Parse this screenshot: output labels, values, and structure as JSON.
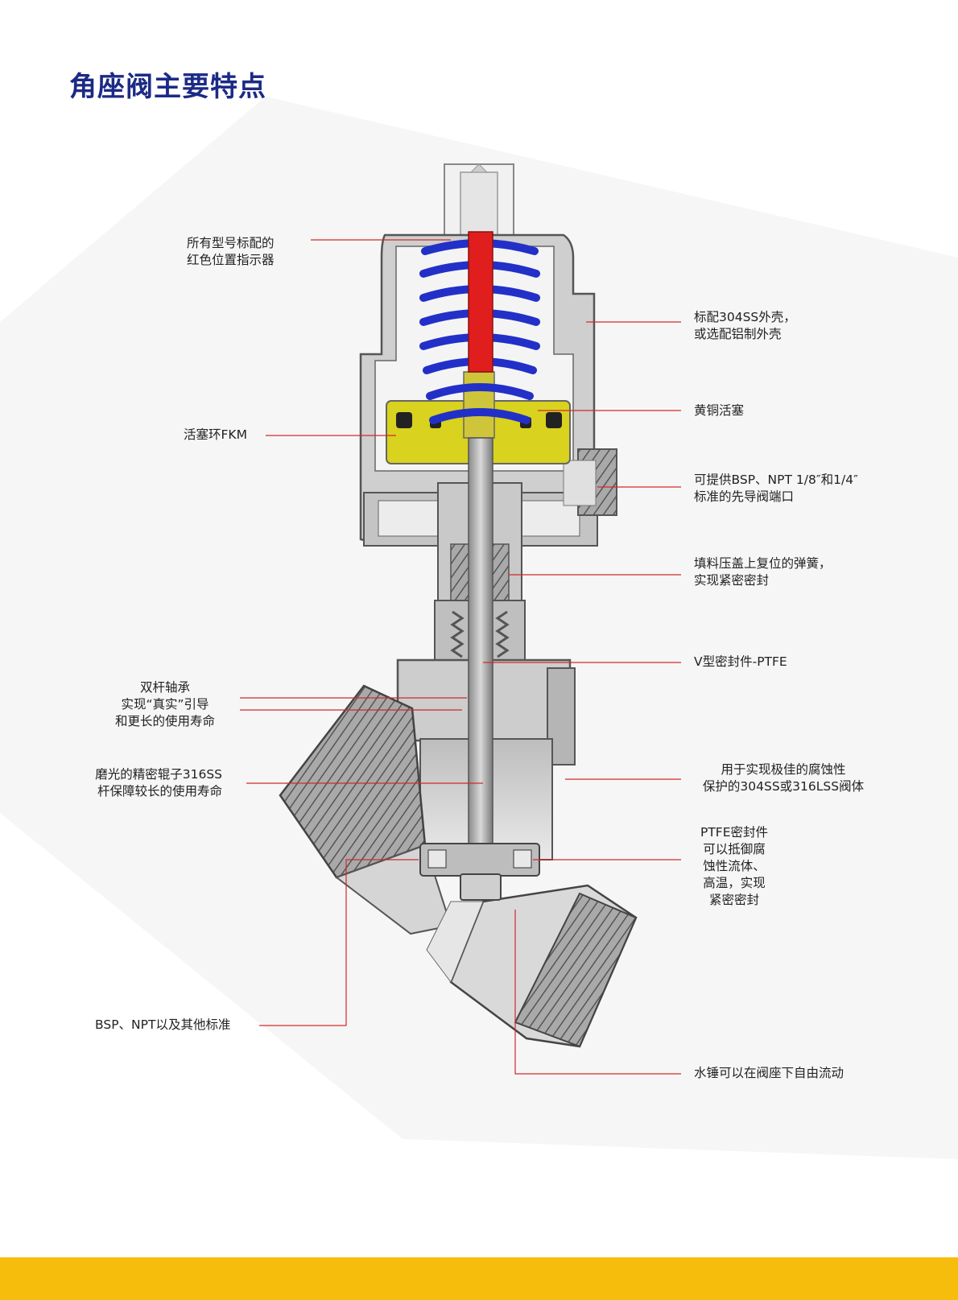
{
  "title": "角座阀主要特点",
  "labels": {
    "indicator": [
      "所有型号标配的",
      "红色位置指示器"
    ],
    "housing": [
      "标配304SS外壳，",
      "或选配铝制外壳"
    ],
    "piston_ring": [
      "活塞环FKM"
    ],
    "brass_piston": [
      "黄铜活塞"
    ],
    "pilot_port": [
      "可提供BSP、NPT 1/8″和1/4″",
      "标准的先导阀端口"
    ],
    "gland_spring": [
      "填料压盖上复位的弹簧，",
      "实现紧密密封"
    ],
    "v_seal": [
      "V型密封件-PTFE"
    ],
    "bearing": [
      "双杆轴承",
      "实现“真实”引导",
      "和更长的使用寿命"
    ],
    "stem": [
      "磨光的精密辊子316SS",
      "杆保障较长的使用寿命"
    ],
    "body": [
      "用于实现极佳的腐蚀性",
      "保护的304SS或316LSS阀体"
    ],
    "ptfe_seal": [
      "PTFE密封件",
      "可以抵御腐",
      "蚀性流体、",
      "高温，实现",
      "紧密密封"
    ],
    "threads": [
      "BSP、NPT以及其他标准"
    ],
    "water_hammer": [
      "水锤可以在阀座下自由流动"
    ]
  },
  "colors": {
    "title": "#1c2a86",
    "leader": "#d12a2a",
    "footer": "#f7bd0c",
    "spring": "#2230c8",
    "indicator": "#e01e1e",
    "piston": "#d9d21e"
  }
}
